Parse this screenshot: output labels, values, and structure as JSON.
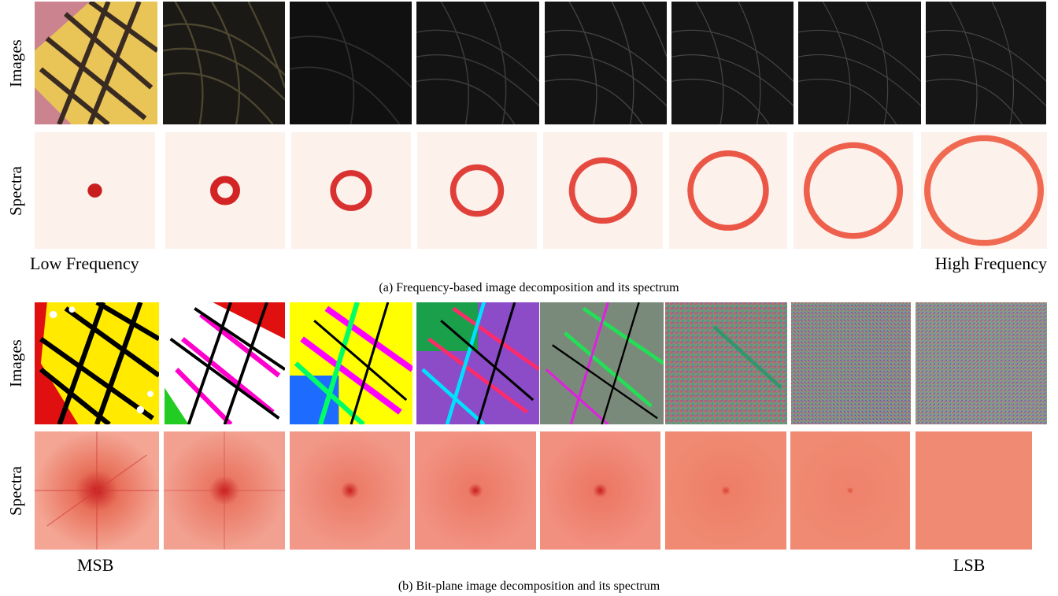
{
  "figure_a": {
    "row_images_label": "Images",
    "row_spectra_label": "Spectra",
    "start_label": "Low Frequency",
    "end_label": "High Frequency",
    "caption": "(a) Frequency-based image decomposition and its spectrum",
    "colors": {
      "spectrum_bg": "#fdf1ec",
      "ring_inner": "#c81e1e",
      "ring_outer": "#f06a52"
    }
  },
  "figure_b": {
    "row_images_label": "Images",
    "row_spectra_label": "Spectra",
    "start_label": "MSB",
    "end_label": "LSB",
    "caption": "(b) Bit-plane image decomposition and its spectrum",
    "colors": {
      "spectrum_bg": "#f08a72",
      "spectrum_center": "#c81e1e"
    }
  }
}
